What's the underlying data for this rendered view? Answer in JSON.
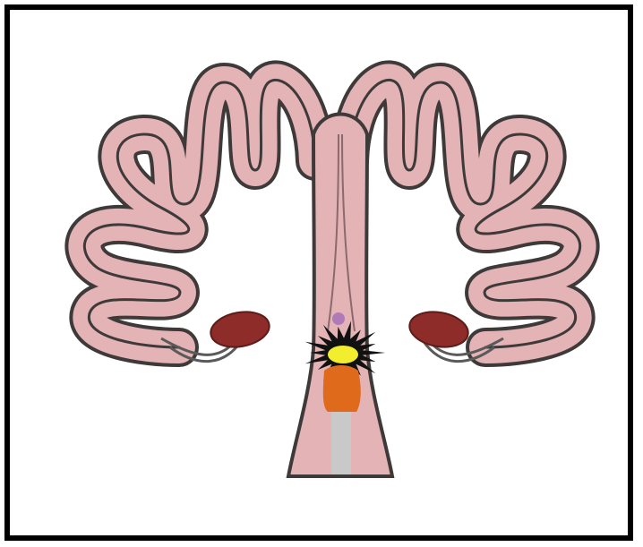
{
  "colors": {
    "background": "#ffffff",
    "frame": "#000000",
    "tissue_fill": "#e4b3b6",
    "tissue_outline": "#3f3a3a",
    "ovary_fill": "#8e2c2a",
    "ovary_outline": "#5c1c1a",
    "ligament": "#5a5a5a",
    "lesion_black": "#111111",
    "lesion_yellow": "#f2ee2e",
    "mass_orange": "#e06a1c",
    "canal_grey": "#c9c9c9",
    "spot_purple": "#b07ab8",
    "inner_line": "#8a6a6c"
  },
  "structures": [
    {
      "name": "left-horn",
      "kind": "convoluted tube"
    },
    {
      "name": "right-horn",
      "kind": "convoluted tube"
    },
    {
      "name": "uterine-body",
      "kind": "tube"
    },
    {
      "name": "left-ovary",
      "kind": "oval"
    },
    {
      "name": "right-ovary",
      "kind": "oval"
    },
    {
      "name": "spiky-lesion",
      "kind": "star"
    },
    {
      "name": "orange-mass",
      "kind": "blob"
    }
  ]
}
